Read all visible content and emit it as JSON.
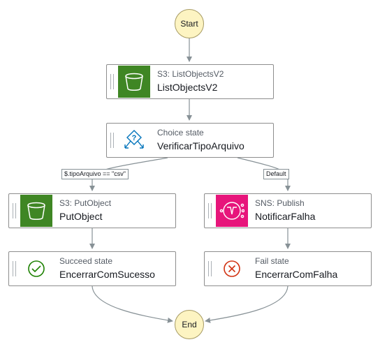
{
  "start": {
    "label": "Start"
  },
  "end": {
    "label": "End"
  },
  "states": {
    "list_objects": {
      "type": "S3: ListObjectsV2",
      "name": "ListObjectsV2",
      "icon": "s3-bucket-icon"
    },
    "choice": {
      "type": "Choice state",
      "name": "VerificarTipoArquivo",
      "icon": "choice-icon"
    },
    "put_object": {
      "type": "S3: PutObject",
      "name": "PutObject",
      "icon": "s3-bucket-icon"
    },
    "notify_fail": {
      "type": "SNS: Publish",
      "name": "NotificarFalha",
      "icon": "sns-topic-icon"
    },
    "succeed": {
      "type": "Succeed state",
      "name": "EncerrarComSucesso",
      "icon": "check-circle-icon"
    },
    "fail": {
      "type": "Fail state",
      "name": "EncerrarComFalha",
      "icon": "x-circle-icon"
    }
  },
  "branches": {
    "csv": {
      "label": "$.tipoArquivo == \"csv\""
    },
    "default": {
      "label": "Default"
    }
  },
  "colors": {
    "s3_service": "#3f8624",
    "sns_service": "#e7157b",
    "terminal_fill": "#fdf4c2",
    "edge": "#879196",
    "success": "#1d8102",
    "failure": "#d13212",
    "choice": "#0073bb"
  }
}
